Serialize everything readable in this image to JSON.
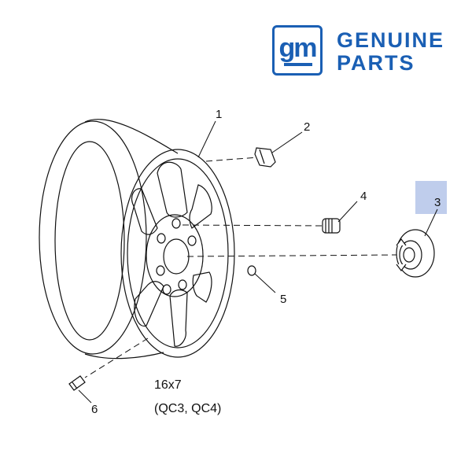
{
  "brand": {
    "mark": "gm",
    "line1": "GENUINE",
    "line2": "PARTS",
    "color": "#1a5fb4"
  },
  "callouts": {
    "c1": "1",
    "c2": "2",
    "c3": "3",
    "c4": "4",
    "c5": "5",
    "c6": "6"
  },
  "wheel": {
    "size": "16x7",
    "codes": "(QC3, QC4)"
  },
  "highlight_color": "#aabce6"
}
